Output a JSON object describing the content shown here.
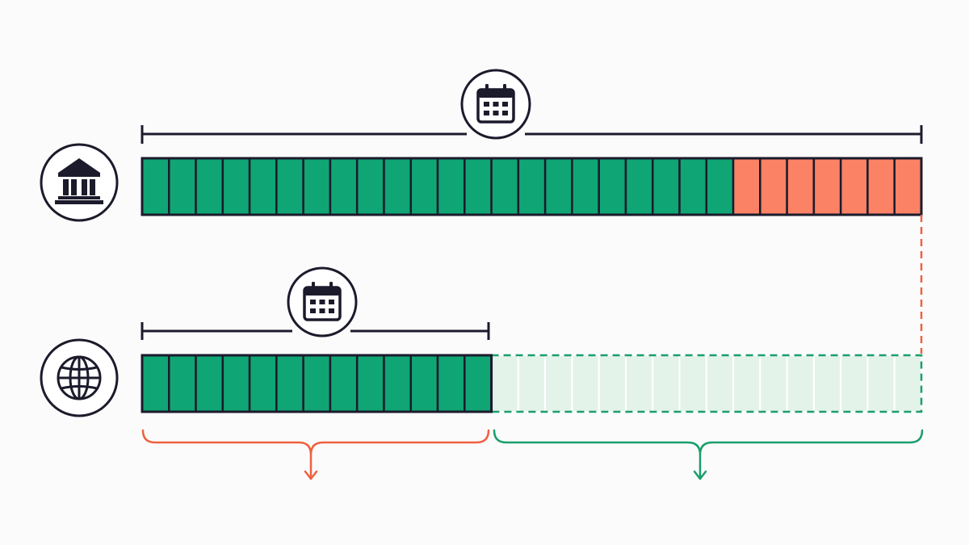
{
  "diagram": {
    "rows": [
      {
        "id": "bank",
        "icon": "bank-icon",
        "duration_icon": "calendar-icon",
        "segments": [
          {
            "status": "filled",
            "count": 22
          },
          {
            "status": "overdue",
            "count": 7
          }
        ]
      },
      {
        "id": "global",
        "icon": "globe-icon",
        "duration_icon": "calendar-icon",
        "segments": [
          {
            "status": "filled",
            "count": 13
          },
          {
            "status": "remaining",
            "count": 16
          }
        ]
      }
    ],
    "brackets": [
      {
        "id": "left-bracket",
        "color": "#f0613e",
        "spans_segments": "filled"
      },
      {
        "id": "right-bracket",
        "color": "#1b9e6a",
        "spans_segments": "remaining"
      }
    ],
    "colors": {
      "ink": "#1b1b2c",
      "green": "#10a574",
      "orange": "#fb8265",
      "light_green": "#e3f3ea",
      "orange_line": "#f0613e",
      "green_line": "#1b9e6a"
    }
  }
}
